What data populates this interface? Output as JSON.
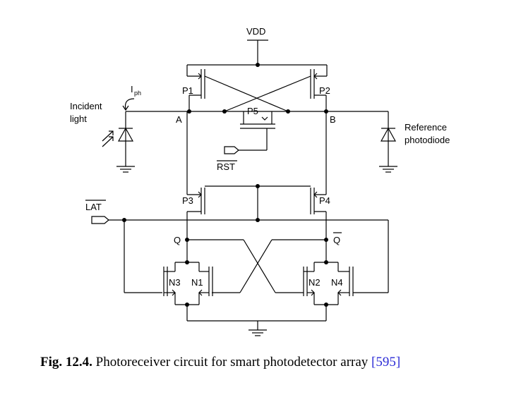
{
  "labels": {
    "vdd": "VDD",
    "p1": "P1",
    "p2": "P2",
    "p3": "P3",
    "p4": "P4",
    "p5": "P5",
    "n1": "N1",
    "n2": "N2",
    "n3": "N3",
    "n4": "N4",
    "node_a": "A",
    "node_b": "B",
    "node_q": "Q",
    "node_qbar": "Q",
    "iph_main": "I",
    "iph_sub": "ph",
    "incident_light_1": "Incident",
    "incident_light_2": "light",
    "reference_1": "Reference",
    "reference_2": "photodiode",
    "rst": "RST",
    "lat": "LAT"
  },
  "caption": {
    "number": "Fig. 12.4.",
    "text": " Photoreceiver circuit for smart photodetector array ",
    "citation": "[595]"
  }
}
